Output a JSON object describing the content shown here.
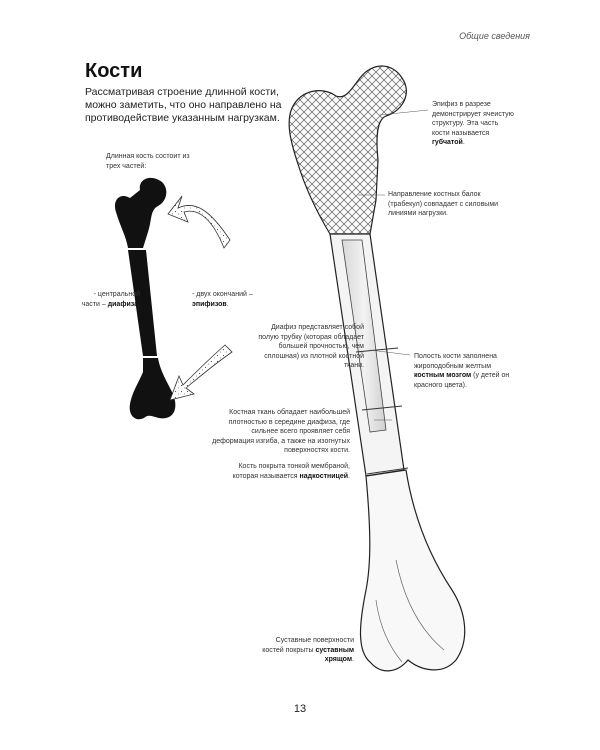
{
  "header": {
    "section": "Общие сведения"
  },
  "title": "Кости",
  "intro": "Рассматривая строение длинной кости, можно заметить, что оно направлено на противодействие указанным нагрузкам.",
  "small_bone": {
    "caption": "Длинная кость состоит из трех частей:",
    "left_prefix": "- центральной части –",
    "left_bold": "диафиза",
    "left_suffix": ";",
    "right_prefix": "- двух окончаний –",
    "right_bold": "эпифизов",
    "right_suffix": "."
  },
  "annotations": {
    "epiphysis_prefix": "Эпифиз в разрезе демонстрирует ячеистую структуру. Эта часть кости называется",
    "epiphysis_bold": "губчатой",
    "epiphysis_suffix": ".",
    "trabeculae": "Направление костных балок (трабекул) совпадает с силовыми линиями нагрузки.",
    "diaphysis_tube": "Диафиз представляет собой полую трубку (которая обладает большей прочностью, чем сплошная) из плотной костной ткани.",
    "marrow_prefix": "Полость кости заполнена жироподобным желтым",
    "marrow_bold": "костным мозгом",
    "marrow_suffix": "(у детей он красного цвета).",
    "density": "Костная ткань обладает наибольшей плотностью в середине диафиза, где сильнее всего проявляет себя деформация изгиба, а также на изогнутых поверхностях кости.",
    "periosteum_prefix": "Кость покрыта тонкой мембраной, которая называется",
    "periosteum_bold": "надкостницей",
    "periosteum_suffix": ".",
    "cartilage_prefix": "Суставные поверхности костей покрыты",
    "cartilage_bold": "суставным хрящом",
    "cartilage_suffix": "."
  },
  "footer": {
    "page_number": "13"
  }
}
